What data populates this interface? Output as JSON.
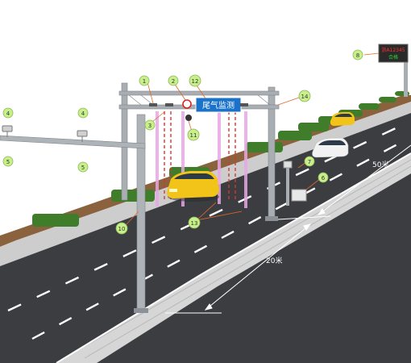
{
  "gantry": {
    "sign_text": "尾气监测"
  },
  "vms": {
    "line1": "浙A12345",
    "line2": "合格"
  },
  "distances": {
    "near": "20米",
    "far": "50米"
  },
  "callouts": [
    {
      "id": "c1",
      "label": "1"
    },
    {
      "id": "c2",
      "label": "2"
    },
    {
      "id": "c3",
      "label": "3"
    },
    {
      "id": "c4a",
      "label": "4"
    },
    {
      "id": "c4b",
      "label": "4"
    },
    {
      "id": "c5a",
      "label": "5"
    },
    {
      "id": "c5b",
      "label": "5"
    },
    {
      "id": "c6",
      "label": "6"
    },
    {
      "id": "c7",
      "label": "7"
    },
    {
      "id": "c8",
      "label": "8"
    },
    {
      "id": "c10",
      "label": "10"
    },
    {
      "id": "c11",
      "label": "11"
    },
    {
      "id": "c12",
      "label": "12"
    },
    {
      "id": "c13",
      "label": "13"
    },
    {
      "id": "c14",
      "label": "14"
    }
  ],
  "colors": {
    "road": "#3b3d41",
    "sidewalk": "#c9c9c9",
    "grass_strip": "#7a5a3a",
    "hedge": "#3f7d2a",
    "pole": "#9aa0a6",
    "sign_blue": "#1b73c9",
    "callout_fill": "#c8f08a",
    "beam_pink": "#e8a6e6",
    "car_yellow": "#f2c318",
    "car_white": "#f2f2f2"
  }
}
